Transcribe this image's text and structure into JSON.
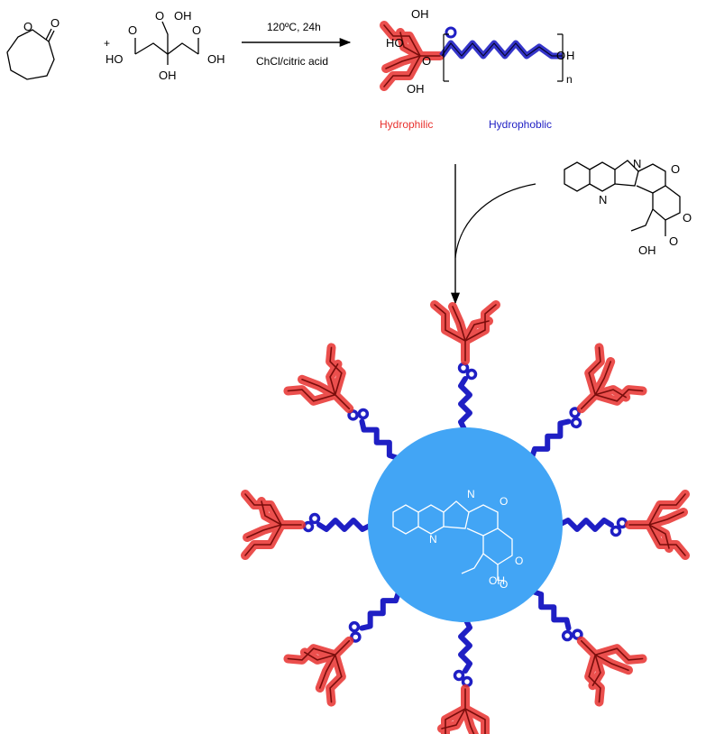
{
  "reaction": {
    "conditions_top": "120ºC, 24h",
    "conditions_bottom": "ChCl/citric acid",
    "plus": "+",
    "repeat_subscript": "n"
  },
  "atoms": {
    "O": "O",
    "OH": "OH",
    "HO": "HO",
    "N": "N",
    "H": "H"
  },
  "labels": {
    "hydrophilic": "Hydrophilic",
    "hydrophobic": "Hydrophoblic"
  },
  "colors": {
    "hydrophilic": "#e8312e",
    "hydrophilic_glow": "#f0504c",
    "hydrophobic": "#1f1fc4",
    "core": "#42a5f5",
    "ink": "#000000"
  }
}
